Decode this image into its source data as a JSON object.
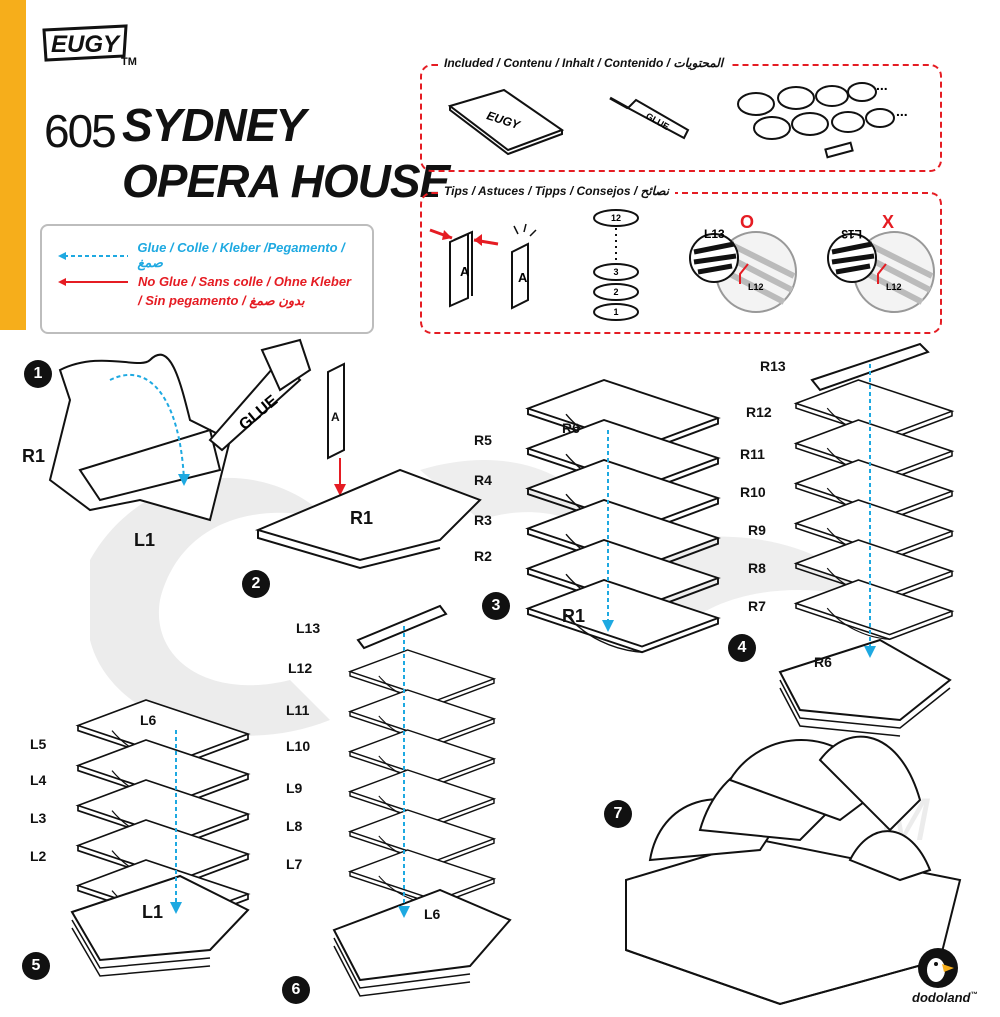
{
  "brand": {
    "logo_text": "EUGY",
    "tm": "TM",
    "footer_logo": "dodoland",
    "footer_tm": "™"
  },
  "model": {
    "number": "605",
    "title_line1": "SYDNEY",
    "title_line2": "OPERA HOUSE"
  },
  "legend": {
    "glue": "Glue / Colle / Kleber /Pegamento / صمغ",
    "no_glue_line1": "No Glue / Sans colle / Ohne Kleber",
    "no_glue_line2": "/ Sin pegamento / بدون صمغ"
  },
  "included": {
    "label": "Included / Contenu / Inhalt / Contenido / المحتويات",
    "booklet_logo": "EUGY",
    "glue_tube_label": "GLUE",
    "ellipsis": "..."
  },
  "tips": {
    "label": "Tips / Astuces / Tipps / Consejos / نصائح",
    "piece_letter": "A",
    "stack_numbers": [
      "12",
      "3",
      "2",
      "1"
    ],
    "correct_mark": "O",
    "wrong_mark": "X",
    "correct_piece": "L13",
    "wrong_piece": "L13",
    "base_piece": "L12"
  },
  "steps": [
    {
      "number": "1",
      "labels": [
        "R1",
        "L1"
      ],
      "glue_tag": "GLUE"
    },
    {
      "number": "2",
      "labels": [
        "A",
        "R1"
      ]
    },
    {
      "number": "3",
      "labels": [
        "R6",
        "R5",
        "R4",
        "R3",
        "R2",
        "R1"
      ]
    },
    {
      "number": "4",
      "labels": [
        "R13",
        "R12",
        "R11",
        "R10",
        "R9",
        "R8",
        "R7",
        "R6"
      ]
    },
    {
      "number": "5",
      "labels": [
        "L6",
        "L5",
        "L4",
        "L3",
        "L2",
        "L1"
      ]
    },
    {
      "number": "6",
      "labels": [
        "L13",
        "L12",
        "L11",
        "L10",
        "L9",
        "L8",
        "L7",
        "L6"
      ]
    },
    {
      "number": "7",
      "labels": []
    }
  ],
  "colors": {
    "accent_yellow": "#f6ae1b",
    "glue_blue": "#1ea9e1",
    "no_glue_red": "#e51c23"
  }
}
